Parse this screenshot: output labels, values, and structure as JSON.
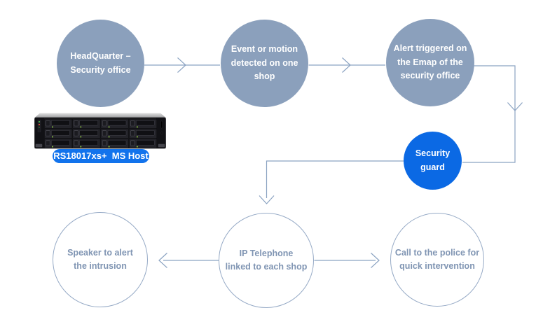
{
  "diagram": {
    "nodes": [
      {
        "id": "headquarter",
        "label": "HeadQuarter –\nSecurity office"
      },
      {
        "id": "event-detected",
        "label": "Event or motion\ndetected on one\nshop"
      },
      {
        "id": "alert-emap",
        "label": "Alert triggered on\nthe Emap of the\nsecurity office"
      },
      {
        "id": "security-guard",
        "label": "Security\nguard"
      },
      {
        "id": "speaker",
        "label": "Speaker to alert\nthe intrusion"
      },
      {
        "id": "ip-telephone",
        "label": "IP Telephone\nlinked to each shop"
      },
      {
        "id": "call-police",
        "label": "Call to the police for\nquick intervention"
      }
    ],
    "server": {
      "badge_label": "RS18017xs+  MS Host",
      "device": "synology-12bay-rackstation"
    },
    "colors": {
      "node_gray": "#8ba0bc",
      "node_blue": "#0b69e4",
      "badge_blue": "#1273ec",
      "line": "#8ba3c2",
      "outline_border": "#96aac6",
      "outline_text": "#8095b3"
    }
  }
}
